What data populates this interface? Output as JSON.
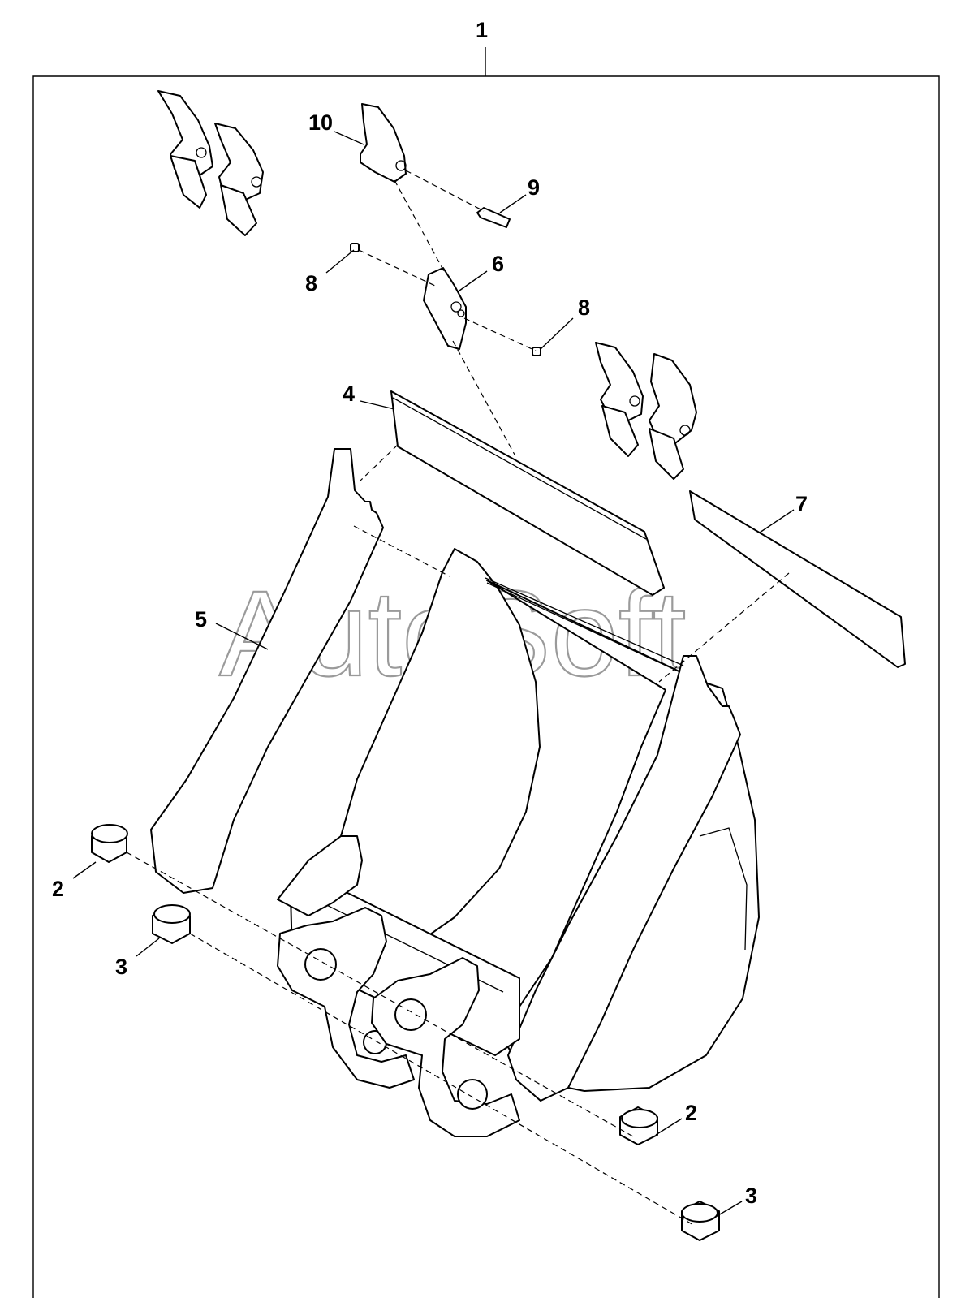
{
  "diagram": {
    "watermark": "AutoSoft",
    "callouts": {
      "assembly": "1",
      "bushing_left": "2",
      "bushing_right": "2",
      "bushing_left_lower": "3",
      "bushing_right_lower": "3",
      "cutting_edge": "4",
      "bucket_body": "5",
      "adapter": "6",
      "side_cutter": "7",
      "bolt_left": "8",
      "bolt_right": "8",
      "pin": "9",
      "tooth": "10"
    }
  }
}
